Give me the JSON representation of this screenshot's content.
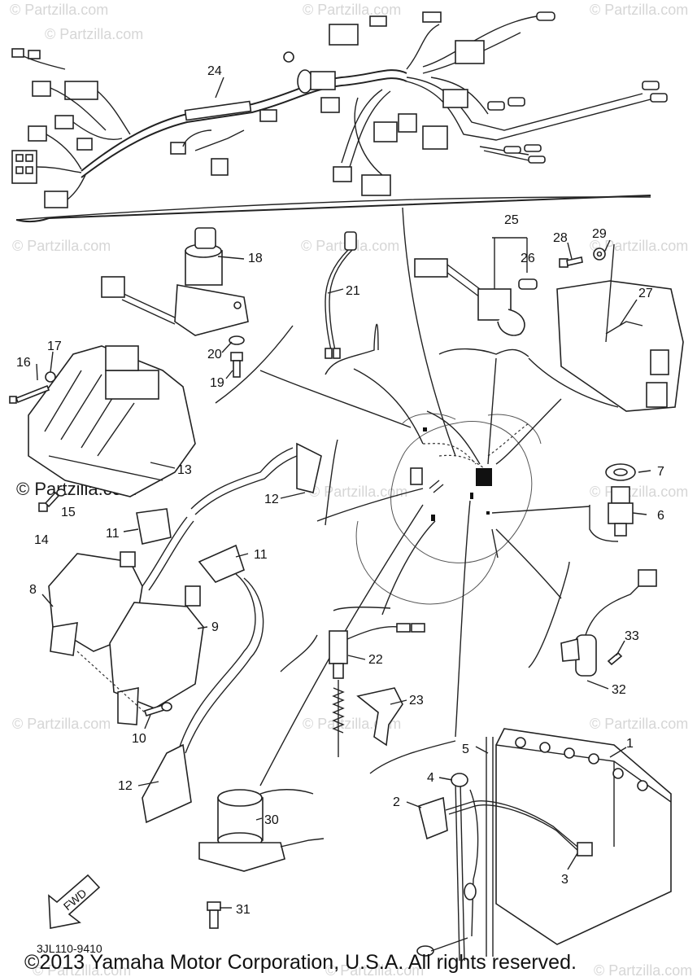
{
  "watermark": "© Partzilla.com",
  "part_labels": [
    "1",
    "2",
    "3",
    "4",
    "5",
    "6",
    "7",
    "8",
    "9",
    "10",
    "11",
    "11",
    "12",
    "12",
    "13",
    "14",
    "15",
    "16",
    "17",
    "18",
    "19",
    "20",
    "21",
    "22",
    "23",
    "24",
    "25",
    "26",
    "27",
    "28",
    "29",
    "30",
    "31",
    "32",
    "33"
  ],
  "drawing_code": "3JL110-9410",
  "forward_label": "FWD",
  "copyright": "©2013 Yamaha Motor Corporation, U.S.A. All rights reserved."
}
